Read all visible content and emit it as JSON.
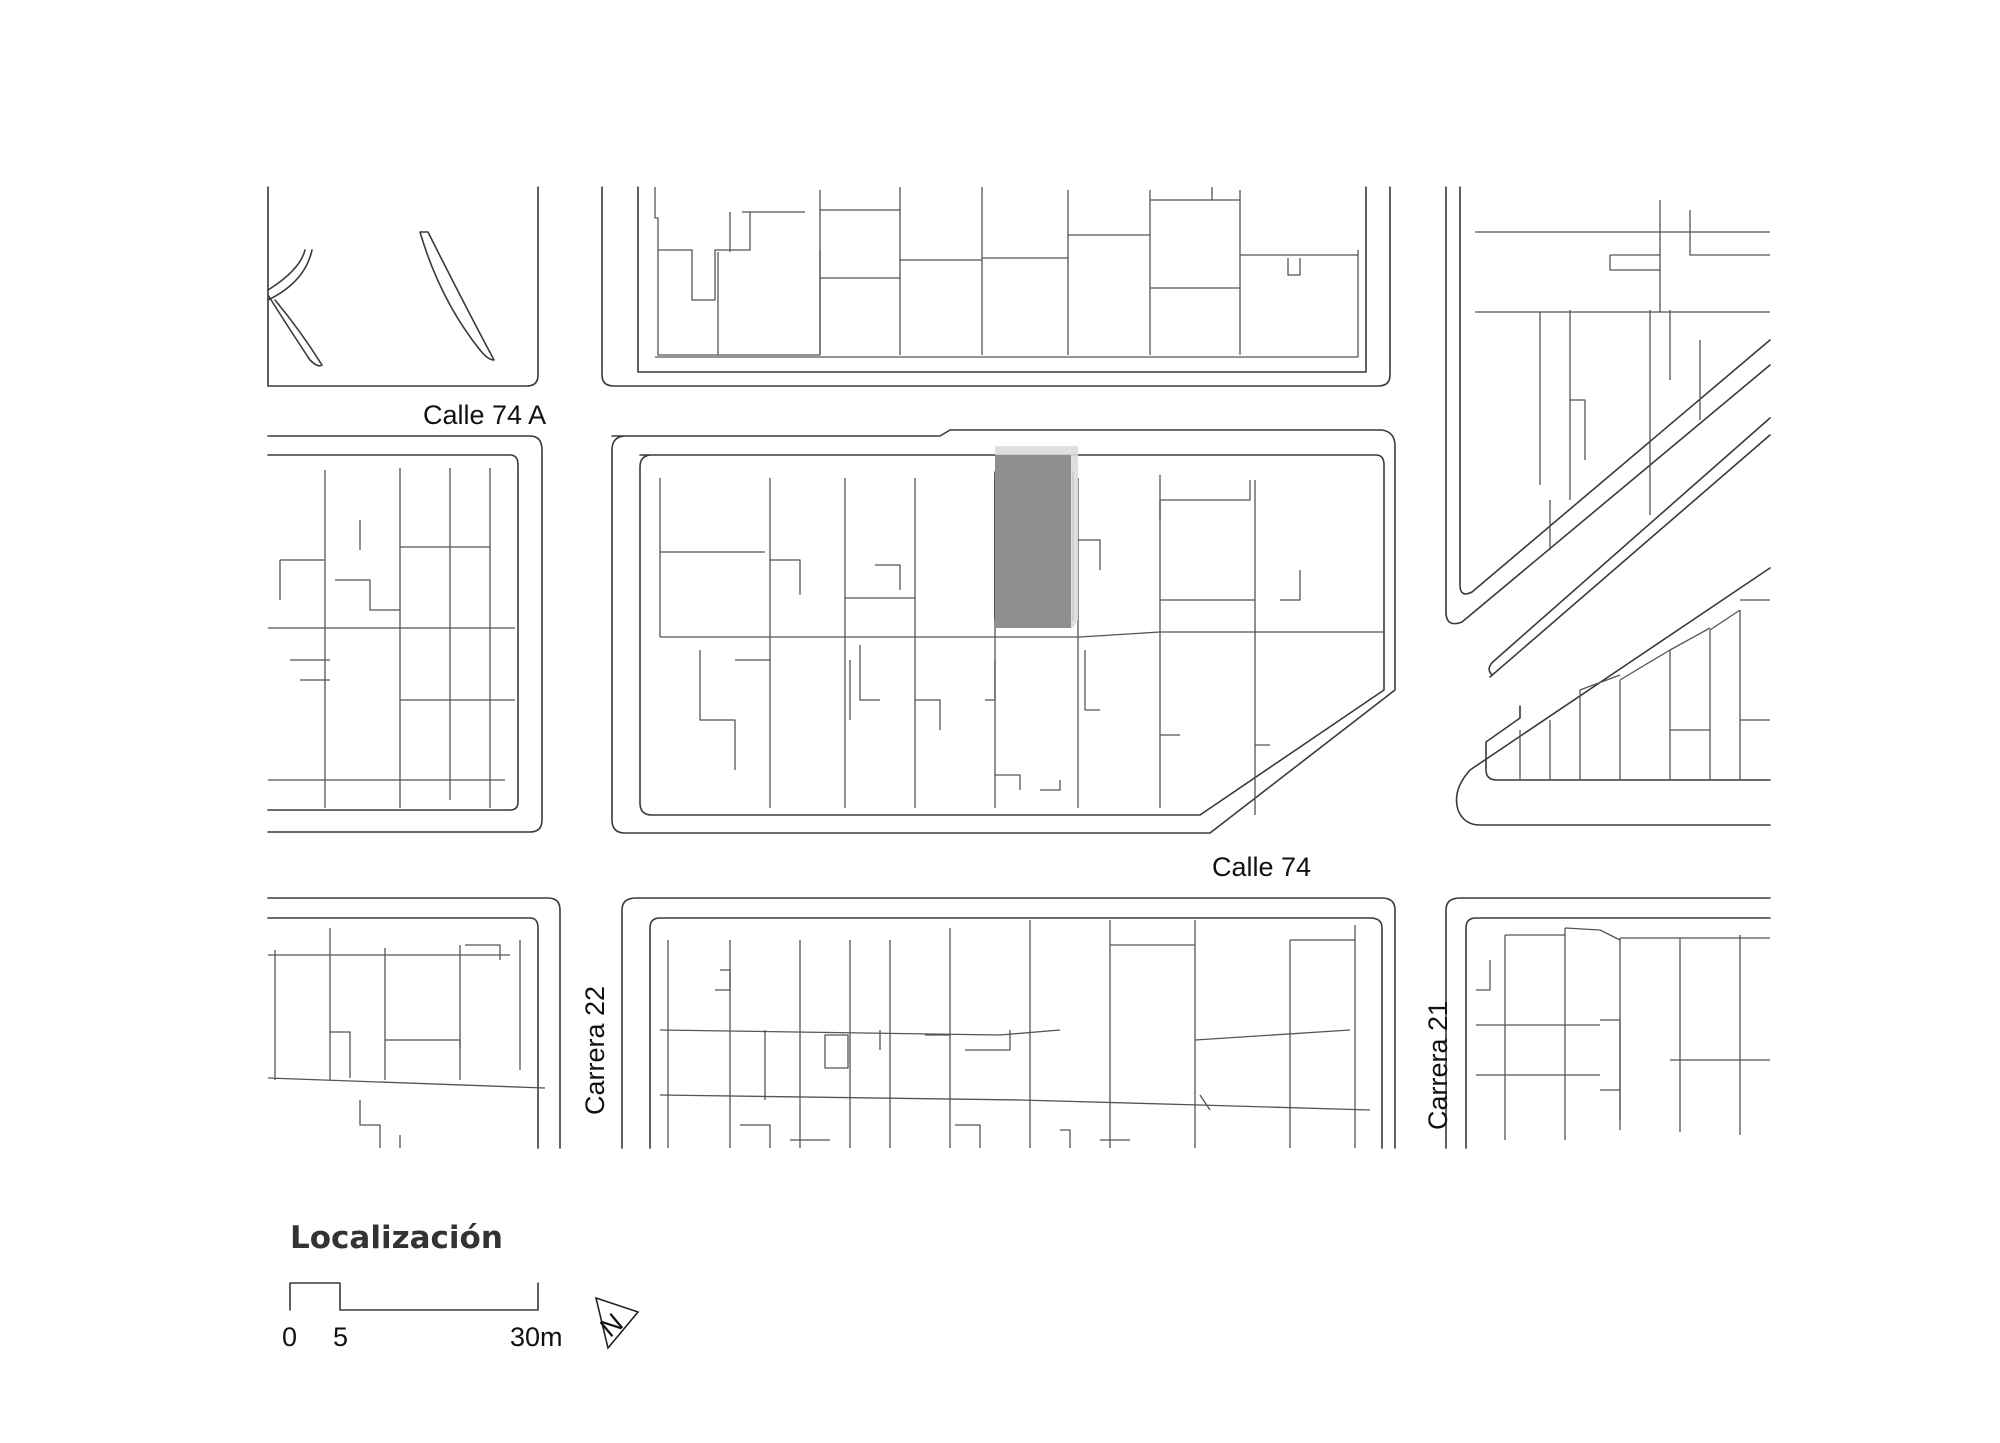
{
  "title": "Localización",
  "streets": {
    "calle_74a": "Calle 74 A",
    "calle_74": "Calle 74",
    "carrera_22": "Carrera 22",
    "carrera_21": "Carrera 21"
  },
  "scale_bar": {
    "labels": [
      "0",
      "5",
      "30m"
    ],
    "unit": "m"
  },
  "north_arrow": {
    "label": "N"
  },
  "highlight": {
    "color": "#8f8f8f",
    "description_shown": false
  },
  "colors": {
    "line": "#3a3a3a",
    "background": "#ffffff",
    "highlight": "#8f8f8f"
  }
}
